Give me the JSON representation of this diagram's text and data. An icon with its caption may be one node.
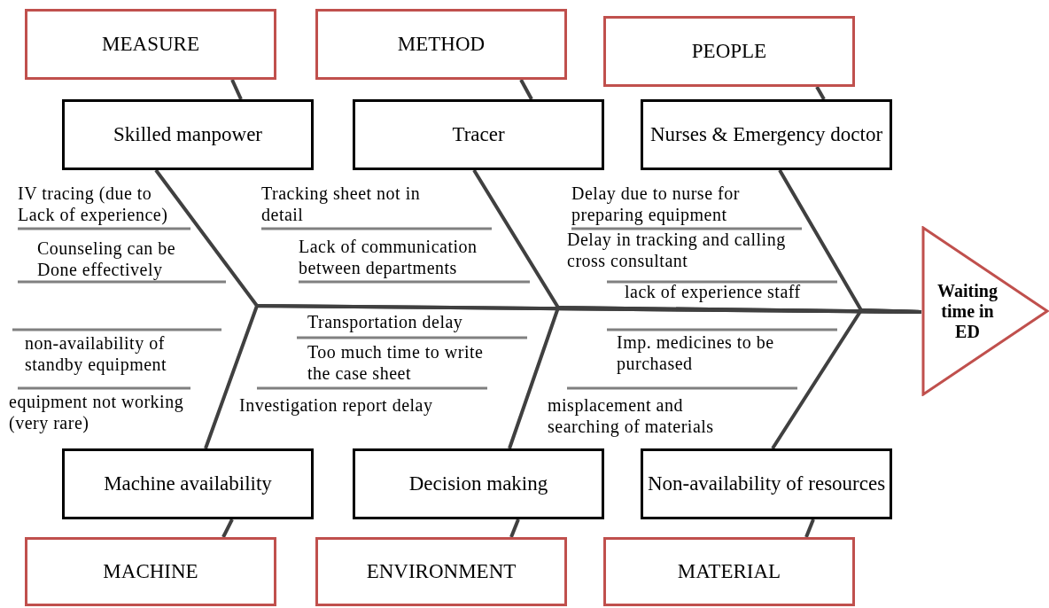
{
  "diagram": {
    "nodes": [
      {
        "text": [
          "MEASURE"
        ]
      },
      {
        "text": [
          "METHOD"
        ]
      },
      {
        "text": [
          "PEOPLE"
        ]
      },
      {
        "text": [
          "Skilled manpower"
        ]
      },
      {
        "text": [
          "Tracer"
        ]
      },
      {
        "text": [
          "Nurses & Emergency doctor"
        ]
      },
      {
        "text": [
          "Machine availability"
        ]
      },
      {
        "text": [
          "Decision making"
        ]
      },
      {
        "text": [
          "Non-availability of resources"
        ]
      },
      {
        "text": [
          "MACHINE"
        ]
      },
      {
        "text": [
          "ENVIRONMENT"
        ]
      },
      {
        "text": [
          "MATERIAL"
        ]
      },
      {
        "text": [
          "Waiting time in ED"
        ]
      }
    ],
    "edges": [
      {
        "from": 0,
        "to": 3,
        "arrow": "none"
      },
      {
        "from": 1,
        "to": 4,
        "arrow": "none"
      },
      {
        "from": 2,
        "to": 5,
        "arrow": "none"
      },
      {
        "from": 3,
        "to": 12,
        "arrow": "none"
      },
      {
        "from": 4,
        "to": 12,
        "arrow": "none"
      },
      {
        "from": 5,
        "to": 12,
        "arrow": "none"
      },
      {
        "from": 6,
        "to": 12,
        "arrow": "none"
      },
      {
        "from": 7,
        "to": 12,
        "arrow": "none"
      },
      {
        "from": 8,
        "to": 12,
        "arrow": "none"
      },
      {
        "from": 9,
        "to": 6,
        "arrow": "none"
      },
      {
        "from": 10,
        "to": 7,
        "arrow": "none"
      },
      {
        "from": 11,
        "to": 8,
        "arrow": "none"
      }
    ],
    "labels": [
      "IV tracing (due to Lack of experience)",
      "Counseling can be Done effectively",
      "non-availability of standby equipment",
      "equipment not working (very rare)",
      "Tracking sheet not in detail",
      "Lack of communication between departments",
      "Transportation delay",
      "Too much time to write the case sheet",
      "Investigation report delay",
      "Delay due to nurse for preparing equipment",
      "Delay in tracking and calling cross consultant",
      "lack of experience staff",
      "Imp. medicines to be purchased",
      "misplacement and searching of materials"
    ]
  }
}
